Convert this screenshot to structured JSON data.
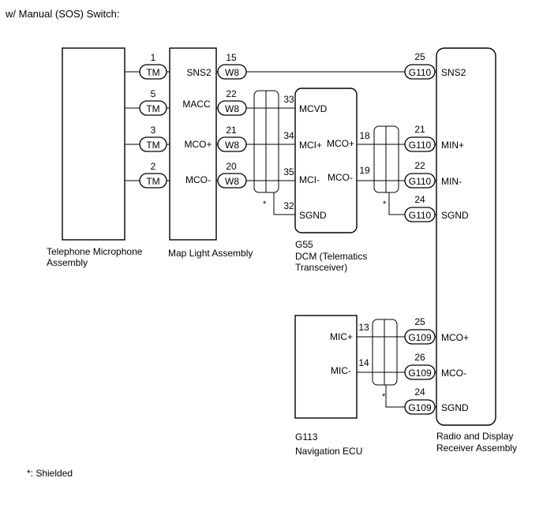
{
  "title": "w/ Manual (SOS) Switch:",
  "footnote": "*: Shielded",
  "components": {
    "telephone_microphone": [
      "Telephone Microphone",
      "Assembly"
    ],
    "map_light": [
      "Map Light Assembly"
    ],
    "dcm": [
      "G55",
      "DCM (Telematics",
      "Transceiver)"
    ],
    "navigation_ecu": [
      "G113",
      "Navigation ECU"
    ],
    "radio_display": [
      "Radio and Display",
      "Receiver Assembly"
    ]
  },
  "tm_pins": [
    {
      "pin": "1",
      "connector": "TM"
    },
    {
      "pin": "5",
      "connector": "TM"
    },
    {
      "pin": "3",
      "connector": "TM"
    },
    {
      "pin": "2",
      "connector": "TM"
    }
  ],
  "map_light_pins": [
    {
      "terminal": "SNS2",
      "pin": "15",
      "connector": "W8"
    },
    {
      "terminal": "MACC",
      "pin": "22",
      "connector": "W8"
    },
    {
      "terminal": "MCO+",
      "pin": "21",
      "connector": "W8"
    },
    {
      "terminal": "MCO-",
      "pin": "20",
      "connector": "W8"
    }
  ],
  "dcm_left_pins": [
    {
      "pin": "33",
      "terminal": "MCVD"
    },
    {
      "pin": "34",
      "terminal": "MCI+"
    },
    {
      "pin": "35",
      "terminal": "MCI-"
    },
    {
      "pin": "32",
      "terminal": "SGND"
    }
  ],
  "dcm_right_pins": [
    {
      "terminal": "MCO+",
      "pin": "18"
    },
    {
      "terminal": "MCO-",
      "pin": "19"
    }
  ],
  "nav_pins": [
    {
      "terminal": "MIC+",
      "pin": "13"
    },
    {
      "terminal": "MIC-",
      "pin": "14"
    }
  ],
  "radio_pins": [
    {
      "pin": "25",
      "connector": "G110",
      "terminal": "SNS2"
    },
    {
      "pin": "21",
      "connector": "G110",
      "terminal": "MIN+"
    },
    {
      "pin": "22",
      "connector": "G110",
      "terminal": "MIN-"
    },
    {
      "pin": "24",
      "connector": "G110",
      "terminal": "SGND"
    },
    {
      "pin": "25",
      "connector": "G109",
      "terminal": "MCO+"
    },
    {
      "pin": "26",
      "connector": "G109",
      "terminal": "MCO-"
    },
    {
      "pin": "24",
      "connector": "G109",
      "terminal": "SGND"
    }
  ],
  "shield_marks": [
    "*",
    "*",
    "*"
  ]
}
